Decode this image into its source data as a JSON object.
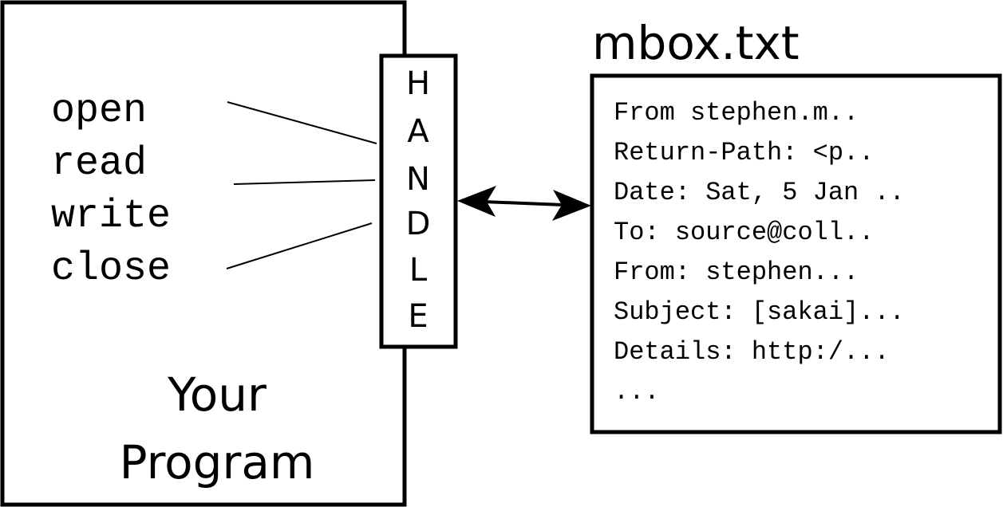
{
  "program": {
    "operations": [
      "open",
      "read",
      "write",
      "close"
    ],
    "label_line1": "Your",
    "label_line2": "Program"
  },
  "handle": {
    "letters": [
      "H",
      "A",
      "N",
      "D",
      "L",
      "E"
    ]
  },
  "file": {
    "title": "mbox.txt",
    "lines": [
      "From stephen.m..",
      "Return-Path: <p..",
      "Date: Sat, 5 Jan ..",
      "To: source@coll..",
      "From: stephen...",
      "Subject: [sakai]...",
      "Details: http:/...",
      "..."
    ]
  }
}
